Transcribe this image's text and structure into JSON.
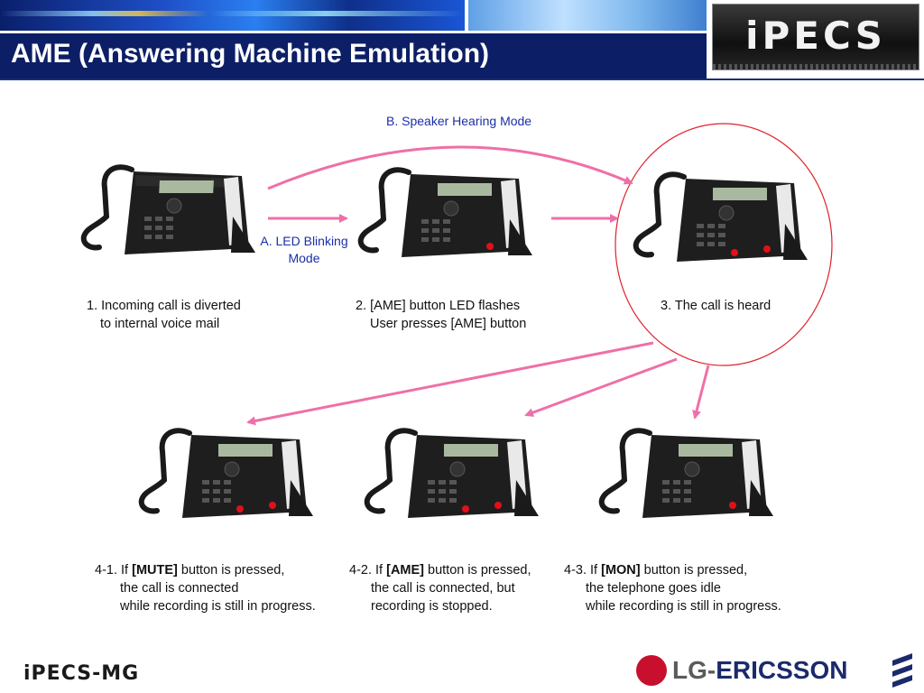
{
  "header": {
    "title": "AME (Answering Machine Emulation)"
  },
  "brand": {
    "logo": "iPECS",
    "footer_product": "iPECS-MG",
    "partner_lg": "LG",
    "partner_dash": "-",
    "partner_ericsson": "ERICSSON"
  },
  "modes": {
    "speaker_hearing": "B. Speaker Hearing Mode",
    "led_blinking_1": "A. LED Blinking",
    "led_blinking_2": "Mode"
  },
  "steps": {
    "s1": {
      "l1": "1. Incoming call is diverted",
      "l2": "to internal voice mail"
    },
    "s2": {
      "l1": "2. [AME] button LED flashes",
      "l2": "User presses [AME] button"
    },
    "s3": {
      "l1": "3. The call is heard"
    },
    "s41": {
      "pre": "4-1. If ",
      "btn": "[MUTE]",
      "post": " button is pressed,",
      "l2": "the call is connected",
      "l3": "while recording is still in progress."
    },
    "s42": {
      "pre": "4-2. If ",
      "btn": "[AME]",
      "post": " button is pressed,",
      "l2": "the call is connected, but",
      "l3": "recording is stopped."
    },
    "s43": {
      "pre": "4-3. If ",
      "btn": "[MON]",
      "post": " button is pressed,",
      "l2": "the telephone goes idle",
      "l3": "while recording is still in progress."
    }
  },
  "colors": {
    "arrow": "#ef6fa8",
    "highlight_circle": "#e0202a",
    "mode_text": "#1a2fa8",
    "title_bar": "#0c1f66",
    "led": "#e0101a"
  }
}
